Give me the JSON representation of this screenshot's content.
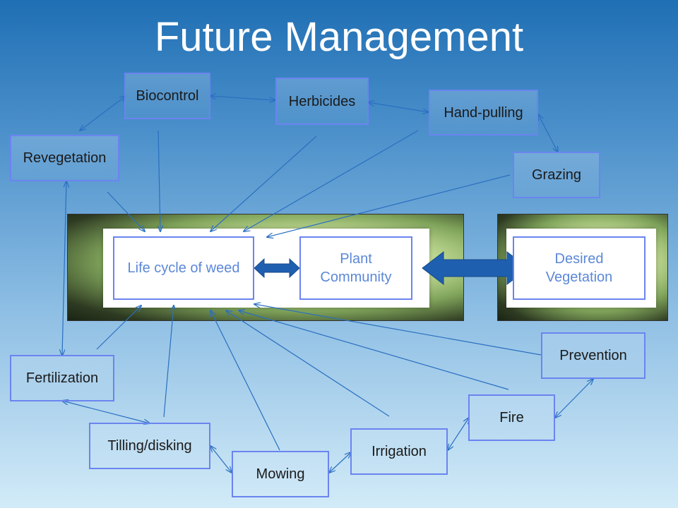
{
  "title": "Future Management",
  "center_nodes": {
    "life_cycle": "Life cycle of weed",
    "plant_community": "Plant\nCommunity",
    "desired_vegetation": "Desired\nVegetation"
  },
  "nodes": {
    "biocontrol": "Biocontrol",
    "herbicides": "Herbicides",
    "hand_pulling": "Hand-pulling",
    "revegetation": "Revegetation",
    "grazing": "Grazing",
    "prevention": "Prevention",
    "fertilization": "Fertilization",
    "fire": "Fire",
    "tilling": "Tilling/disking",
    "irrigation": "Irrigation",
    "mowing": "Mowing"
  },
  "colors": {
    "node_border": "#6b84f0",
    "arrow": "#2a6fc0",
    "thick_arrow": "#1f5fb0",
    "center_text": "#5b88d8"
  }
}
